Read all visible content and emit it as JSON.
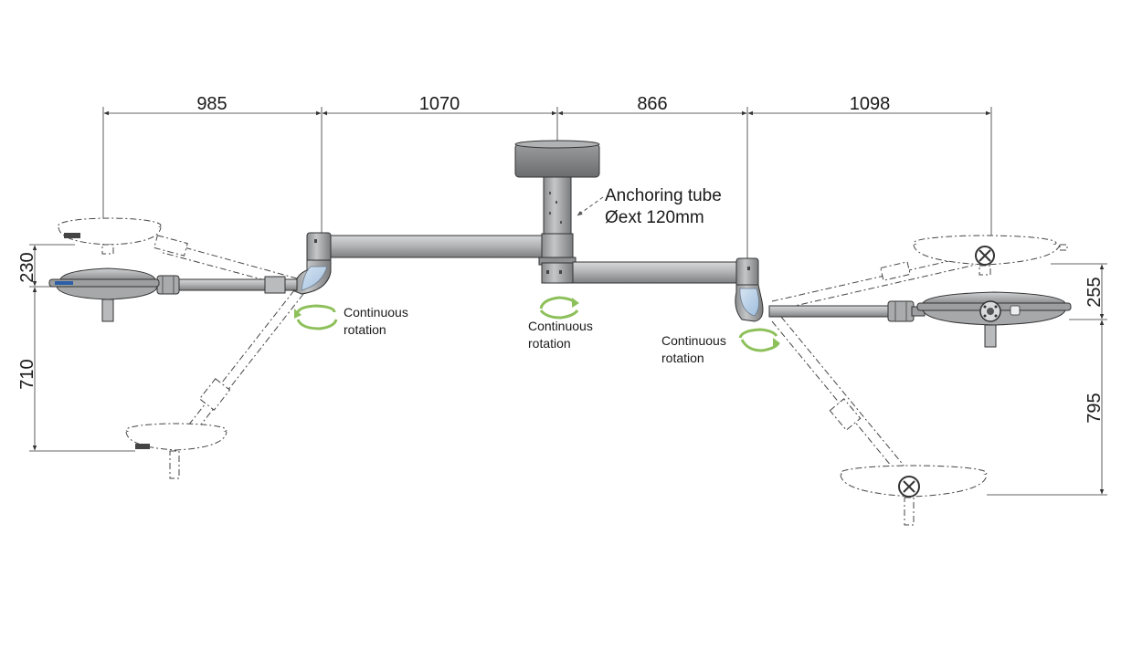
{
  "dimensions": {
    "top": [
      "985",
      "1070",
      "866",
      "1098"
    ],
    "left": [
      "230",
      "710"
    ],
    "right": [
      "255",
      "795"
    ]
  },
  "annotations": {
    "anchoring_line1": "Anchoring tube",
    "anchoring_line2": "Øext 120mm",
    "rotation_line1": "Continuous",
    "rotation_line2": "rotation"
  },
  "colors": {
    "metal": "#a9abad",
    "metal_dark": "#6e7072",
    "metal_light": "#d2d4d6",
    "joint_blue": "#b9cfe6",
    "rotation_arrow": "#8dc05a",
    "line": "#333333"
  }
}
